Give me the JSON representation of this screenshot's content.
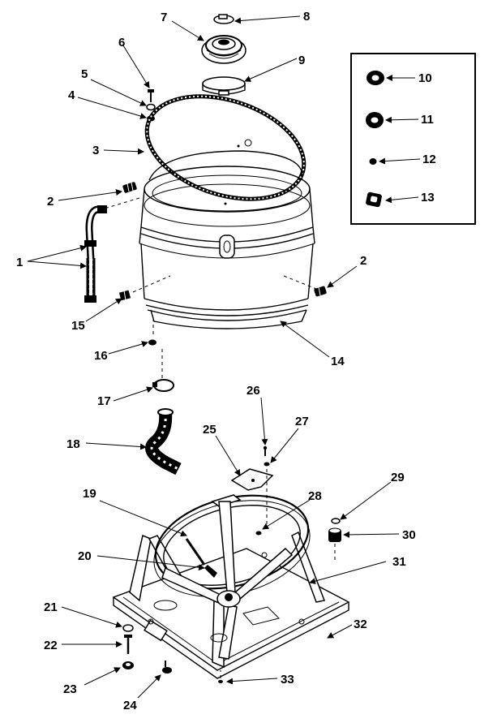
{
  "callouts": [
    {
      "label": "1"
    },
    {
      "label": "1"
    },
    {
      "label": "2"
    },
    {
      "label": "2"
    },
    {
      "label": "3"
    },
    {
      "label": "4"
    },
    {
      "label": "5"
    },
    {
      "label": "6"
    },
    {
      "label": "7"
    },
    {
      "label": "8"
    },
    {
      "label": "9"
    },
    {
      "label": "10"
    },
    {
      "label": "11"
    },
    {
      "label": "12"
    },
    {
      "label": "13"
    },
    {
      "label": "14"
    },
    {
      "label": "15"
    },
    {
      "label": "16"
    },
    {
      "label": "17"
    },
    {
      "label": "18"
    },
    {
      "label": "19"
    },
    {
      "label": "20"
    },
    {
      "label": "21"
    },
    {
      "label": "22"
    },
    {
      "label": "23"
    },
    {
      "label": "24"
    },
    {
      "label": "25"
    },
    {
      "label": "26"
    },
    {
      "label": "27"
    },
    {
      "label": "28"
    },
    {
      "label": "29"
    },
    {
      "label": "30"
    },
    {
      "label": "31"
    },
    {
      "label": "32"
    },
    {
      "label": "33"
    }
  ]
}
